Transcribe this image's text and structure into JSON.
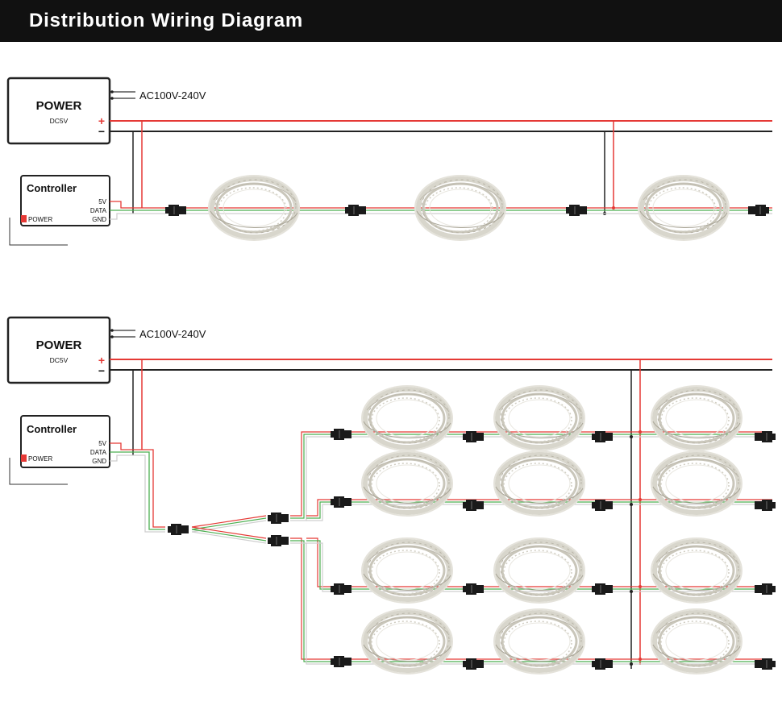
{
  "header": {
    "title": "Distribution Wiring Diagram"
  },
  "power": {
    "title": "POWER",
    "spec": "DC5V",
    "plus": "+",
    "minus": "−"
  },
  "ac_input": "AC100V-240V",
  "controller": {
    "title": "Controller",
    "pin_5v": "5V",
    "pin_data": "DATA",
    "pin_gnd": "GND",
    "power_label": "POWER"
  },
  "colors": {
    "positive": "#e53935",
    "negative": "#222222",
    "data": "#4caf50",
    "banner": "#111111",
    "wire_white": "#e0e0e0"
  },
  "icons": {
    "light_coil": "fairy-light-coil-icon",
    "connector": "connector-plug-icon"
  }
}
